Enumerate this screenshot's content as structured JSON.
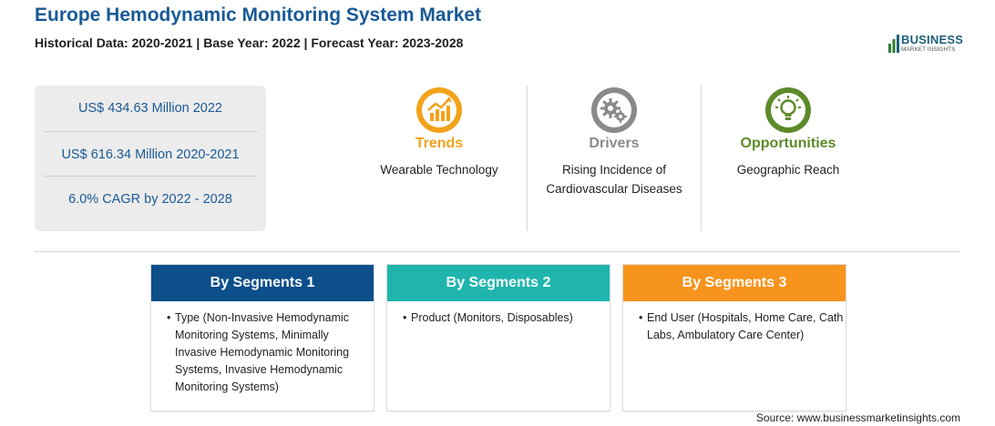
{
  "header": {
    "title": "Europe Hemodynamic Monitoring System Market",
    "subtitle": "Historical Data: 2020-2021 | Base Year: 2022 | Forecast Year: 2023-2028",
    "logo_brand": "BUSINESS",
    "logo_tag": "MARKET INSIGHTS"
  },
  "stats": [
    "US$ 434.63 Million 2022",
    "US$ 616.34 Million 2020-2021",
    "6.0% CAGR by 2022 - 2028"
  ],
  "insights": [
    {
      "heading": "Trends",
      "text": "Wearable Technology",
      "icon": "trend-chart-icon",
      "color": "#f2a21b"
    },
    {
      "heading": "Drivers",
      "text": "Rising Incidence of Cardiovascular Diseases",
      "icon": "gears-icon",
      "color": "#8a8a8a"
    },
    {
      "heading": "Opportunities",
      "text": "Geographic Reach",
      "icon": "lightbulb-icon",
      "color": "#5e8a2a"
    }
  ],
  "segments": [
    {
      "title": "By Segments 1",
      "color": "#0d4f8b",
      "items": [
        "Type (Non-Invasive Hemodynamic Monitoring Systems, Minimally Invasive Hemodynamic Monitoring Systems, Invasive Hemodynamic Monitoring Systems)"
      ]
    },
    {
      "title": "By Segments 2",
      "color": "#1fb5ad",
      "items": [
        "Product (Monitors, Disposables)"
      ]
    },
    {
      "title": "By Segments 3",
      "color": "#f7941d",
      "items": [
        "End User (Hospitals, Home Care, Cath Labs, Ambulatory Care Center)"
      ]
    }
  ],
  "source": "Source: www.businessmarketinsights.com"
}
